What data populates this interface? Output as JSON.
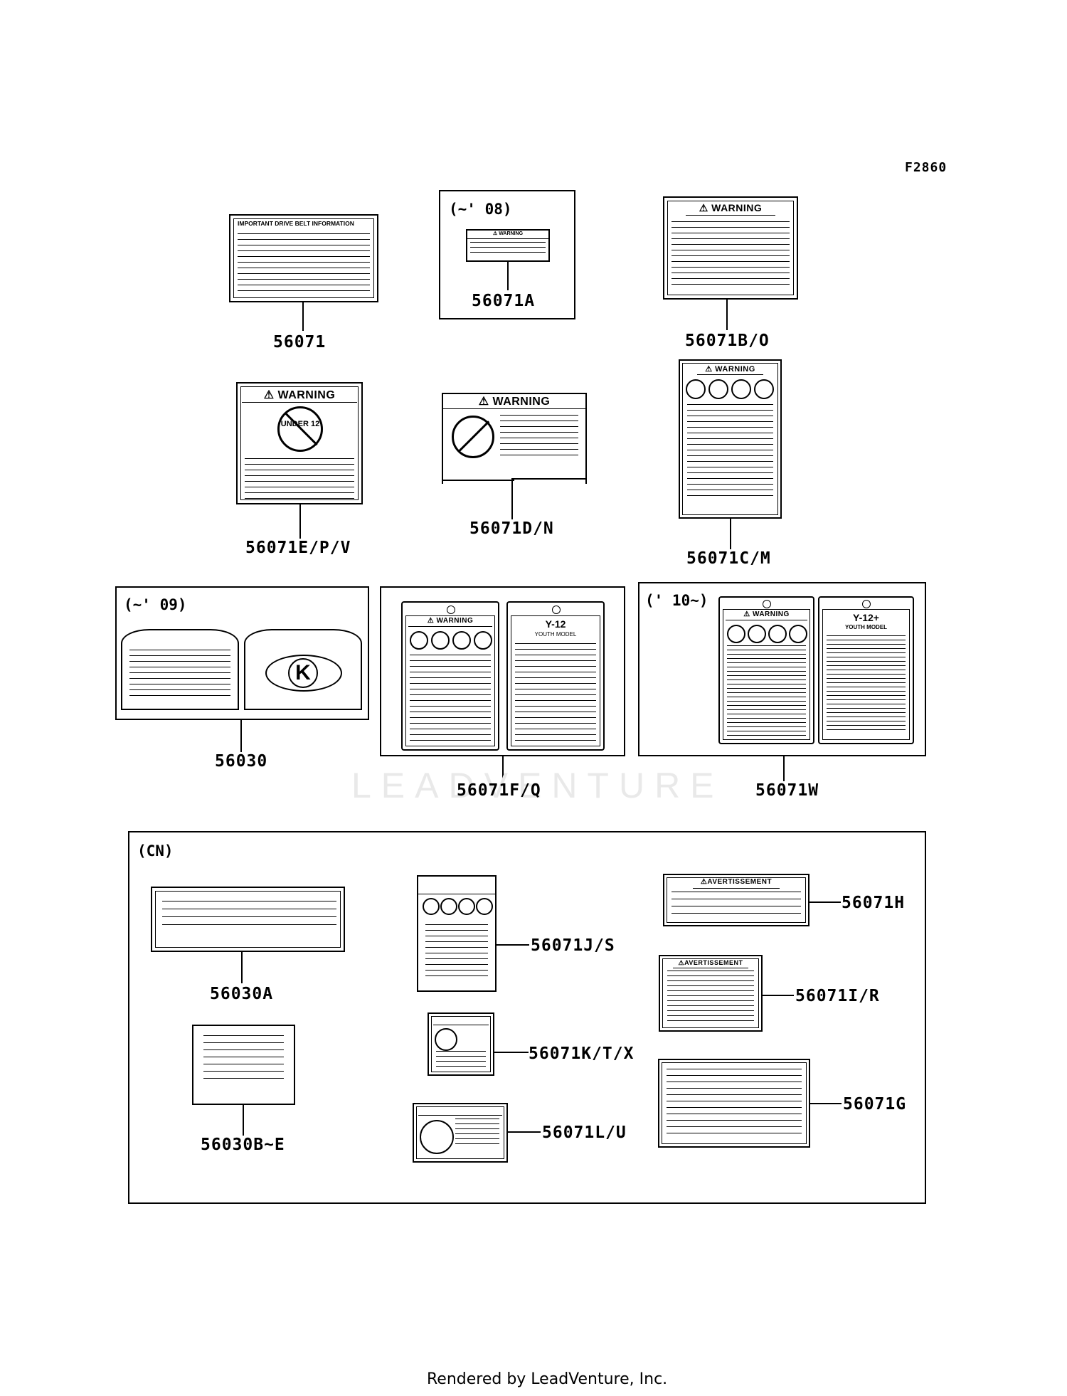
{
  "figure_id": "F2860",
  "groups": {
    "pre08": "(~' 08)",
    "pre09": "(~' 09)",
    "from10": "(' 10~)",
    "cn": "(CN)"
  },
  "parts": {
    "p56071": "56071",
    "p56071A": "56071A",
    "p56071BO": "56071B/O",
    "p56071EPV": "56071E/P/V",
    "p56071DN": "56071D/N",
    "p56071CM": "56071C/M",
    "p56030": "56030",
    "p56071FQ": "56071F/Q",
    "p56071W": "56071W",
    "p56030A": "56030A",
    "p56030BE": "56030B~E",
    "p56071JS": "56071J/S",
    "p56071KTX": "56071K/T/X",
    "p56071LU": "56071L/U",
    "p56071H": "56071H",
    "p56071IR": "56071I/R",
    "p56071G": "56071G"
  },
  "label_text": {
    "warning": "⚠ WARNING",
    "drive_belt": "IMPORTANT DRIVE BELT INFORMATION",
    "under12": "UNDER 12",
    "y12": "Y-12",
    "y12plus": "Y-12+",
    "youth": "YOUTH MODEL",
    "avertissement": "⚠AVERTISSEMENT",
    "logo": "K"
  },
  "watermark": "LEADVENTURE",
  "footer": "Rendered by LeadVenture, Inc."
}
